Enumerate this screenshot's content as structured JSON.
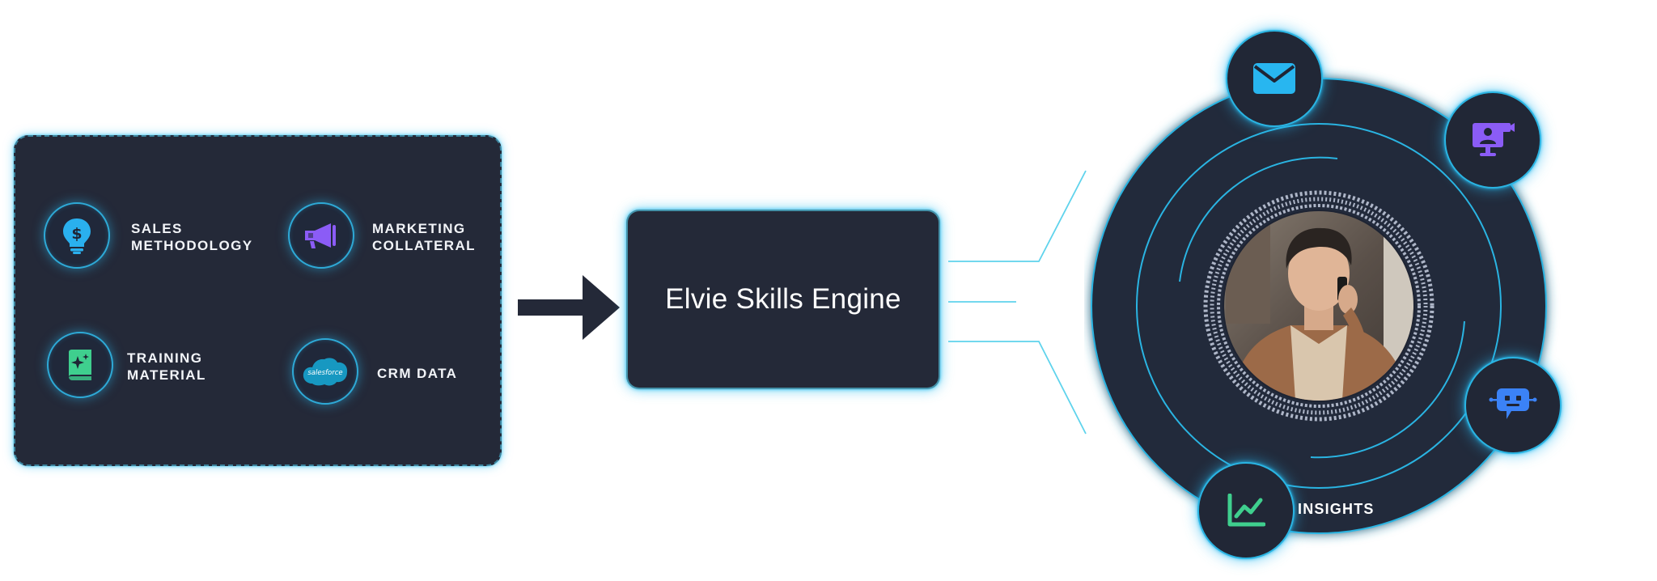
{
  "sources": [
    {
      "label": "SALES\nMETHODOLOGY",
      "icon": "lightbulb-dollar-icon",
      "color": "#2ab0ee"
    },
    {
      "label": "MARKETING\nCOLLATERAL",
      "icon": "megaphone-icon",
      "color": "#8b5cf6"
    },
    {
      "label": "TRAINING\nMATERIAL",
      "icon": "sparkle-book-icon",
      "color": "#3fcf8e"
    },
    {
      "label": "CRM DATA",
      "icon": "salesforce-cloud-icon",
      "color": "#1798c1",
      "logo_text": "salesforce"
    }
  ],
  "engine": {
    "title": "Elvie Skills Engine"
  },
  "channels": [
    {
      "name": "email",
      "icon": "envelope-icon",
      "color": "#28b6f0"
    },
    {
      "name": "video-call",
      "icon": "video-call-icon",
      "color": "#8b5cf6"
    },
    {
      "name": "chatbot",
      "icon": "bot-chat-icon",
      "color": "#3b82f6"
    },
    {
      "name": "insights",
      "icon": "line-chart-icon",
      "color": "#3fcf8e",
      "label": "INSIGHTS"
    }
  ],
  "colors": {
    "panel": "#242938",
    "glow": "#2ab4e2",
    "connector": "#5fd3ec"
  }
}
